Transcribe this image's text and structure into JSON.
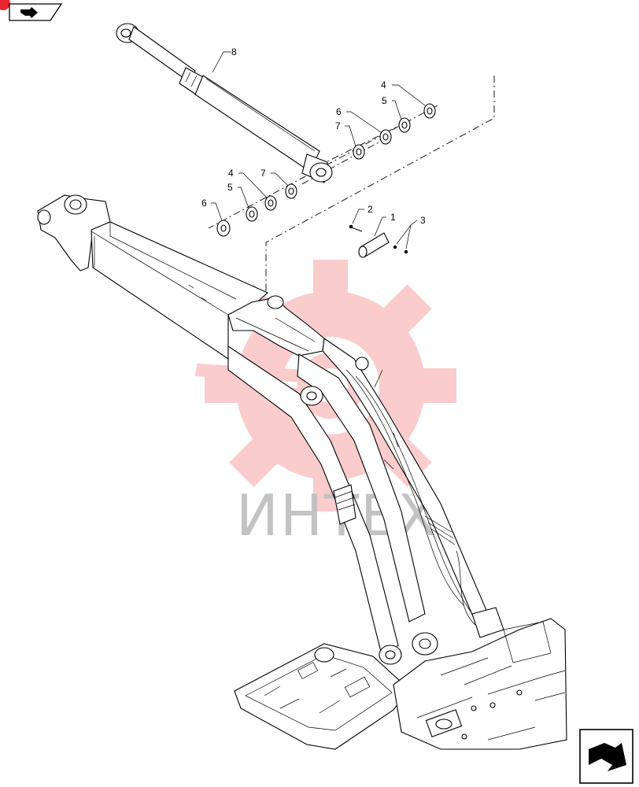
{
  "watermark": {
    "text": "ИНТЕХ",
    "color": "#f24b4b"
  },
  "callouts": [
    {
      "id": "c8",
      "label": "8"
    },
    {
      "id": "c4a",
      "label": "4"
    },
    {
      "id": "c5a",
      "label": "5"
    },
    {
      "id": "c6a",
      "label": "6"
    },
    {
      "id": "c7a",
      "label": "7"
    },
    {
      "id": "c4b",
      "label": "4"
    },
    {
      "id": "c5b",
      "label": "5"
    },
    {
      "id": "c7b",
      "label": "7"
    },
    {
      "id": "c6b",
      "label": "6"
    },
    {
      "id": "c2",
      "label": "2"
    },
    {
      "id": "c1",
      "label": "1"
    },
    {
      "id": "c3",
      "label": "3"
    }
  ],
  "nav": {
    "top_button_icon": "page-forward-icon",
    "bottom_button_icon": "next-page-icon"
  }
}
